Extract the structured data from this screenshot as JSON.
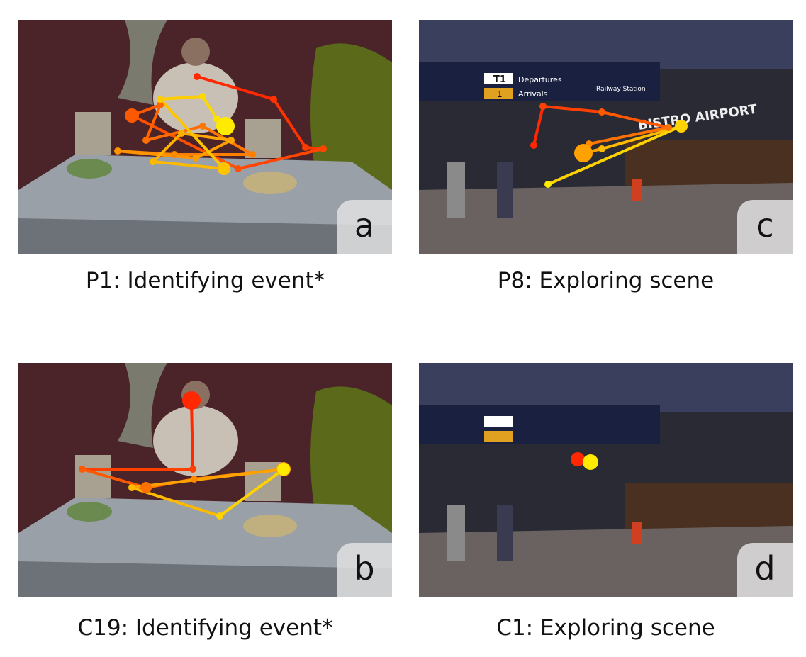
{
  "panels": [
    {
      "id": "a",
      "letter": "a",
      "caption": "P1: Identifying event*"
    },
    {
      "id": "c",
      "letter": "c",
      "caption": "P8: Exploring scene"
    },
    {
      "id": "b",
      "letter": "b",
      "caption": "C19: Identifying event*"
    },
    {
      "id": "d",
      "letter": "d",
      "caption": "C1: Exploring scene"
    }
  ],
  "airport_sign": {
    "departures": "Departures",
    "arrivals": "Arrivals",
    "terminal": "T1",
    "gate": "1",
    "railway": "Railway Station",
    "bistro": "BISTRO AIRPORT"
  },
  "colors": {
    "start": "#ff2a00",
    "mid": "#ff8c00",
    "end": "#ffe600"
  }
}
